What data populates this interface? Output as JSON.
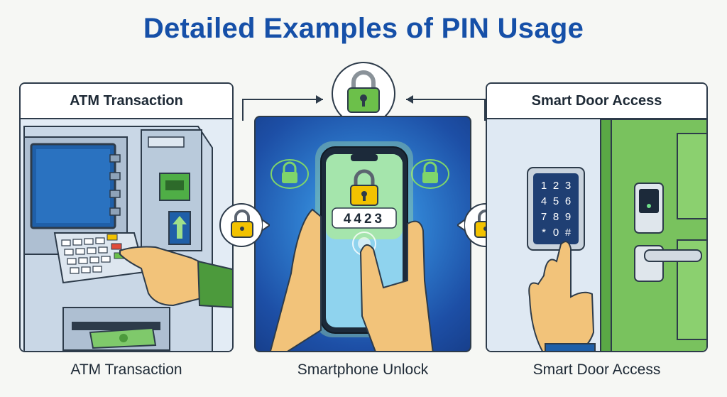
{
  "title": "Detailed Examples of PIN Usage",
  "panels": {
    "atm": {
      "header": "ATM Transaction",
      "caption": "ATM Transaction"
    },
    "phone": {
      "pin": "4423",
      "caption": "Smartphone Unlock"
    },
    "door": {
      "header": "Smart Door Access",
      "caption": "Smart Door Access",
      "keypad": [
        "1",
        "2",
        "3",
        "4",
        "5",
        "6",
        "7",
        "8",
        "9",
        "*",
        "0",
        "#"
      ]
    }
  },
  "icons": [
    "padlock-icon",
    "arrow-icon",
    "hand-icon",
    "keypad-icon",
    "cash-icon"
  ],
  "colors": {
    "title": "#1650a8",
    "lock_green": "#6cc04a",
    "lock_yellow": "#f2c200",
    "panel_blue": "#1d4fa6"
  }
}
